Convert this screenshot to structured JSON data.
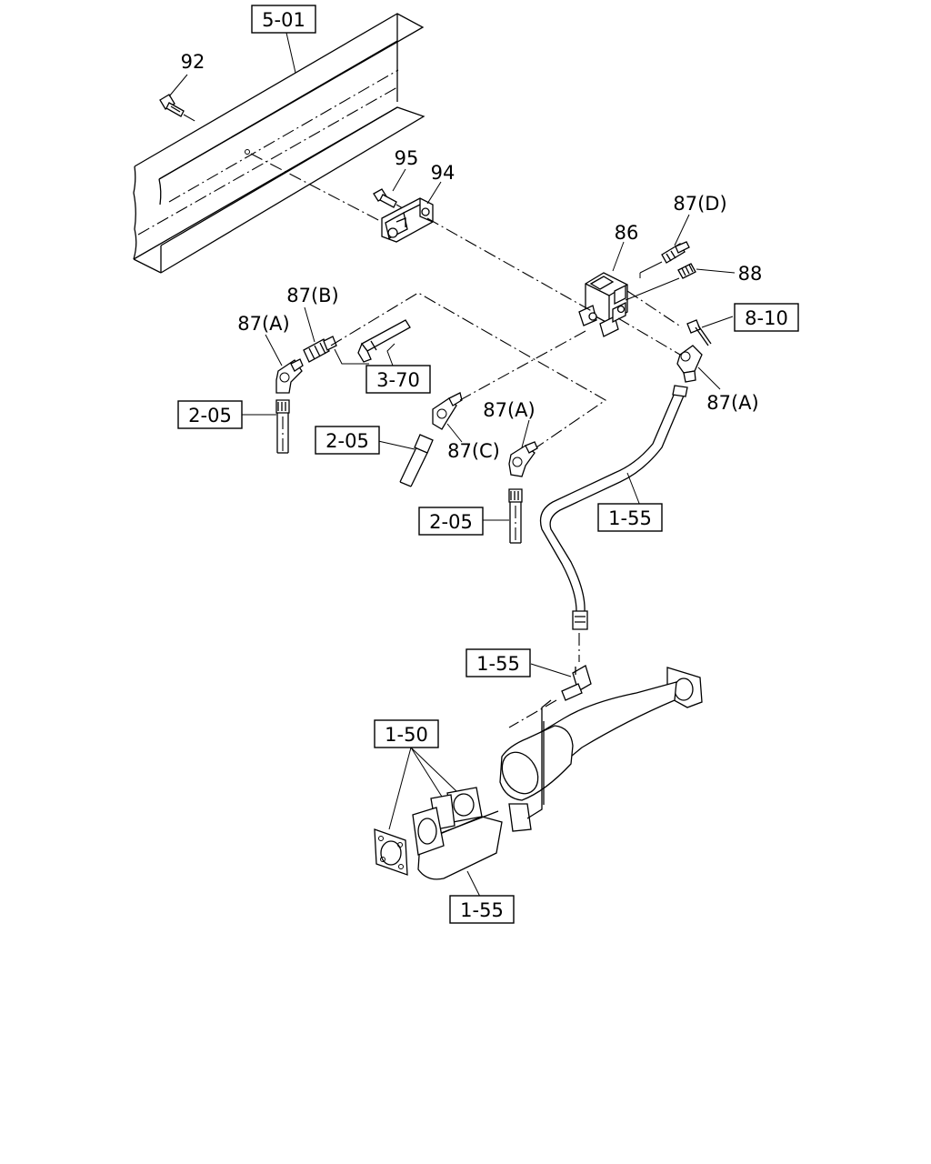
{
  "callouts": {
    "frame_ref": "5-01",
    "bolt_92": "92",
    "bolt_95": "95",
    "bracket_94": "94",
    "valve_86": "86",
    "fitting_87d": "87(D)",
    "fitting_88": "88",
    "sensor_ref": "8-10",
    "fitting_87b": "87(B)",
    "fitting_87a_left": "87(A)",
    "hose_ref_370": "3-70",
    "hose_ref_205_left": "2-05",
    "hose_ref_205_mid": "2-05",
    "hose_ref_205_low": "2-05",
    "fitting_87c": "87(C)",
    "fitting_87a_mid": "87(A)",
    "fitting_87a_right": "87(A)",
    "pipe_ref_155_mid": "1-55",
    "pipe_ref_155_tee": "1-55",
    "pipe_ref_150": "1-50",
    "pipe_ref_155_bottom": "1-55"
  }
}
